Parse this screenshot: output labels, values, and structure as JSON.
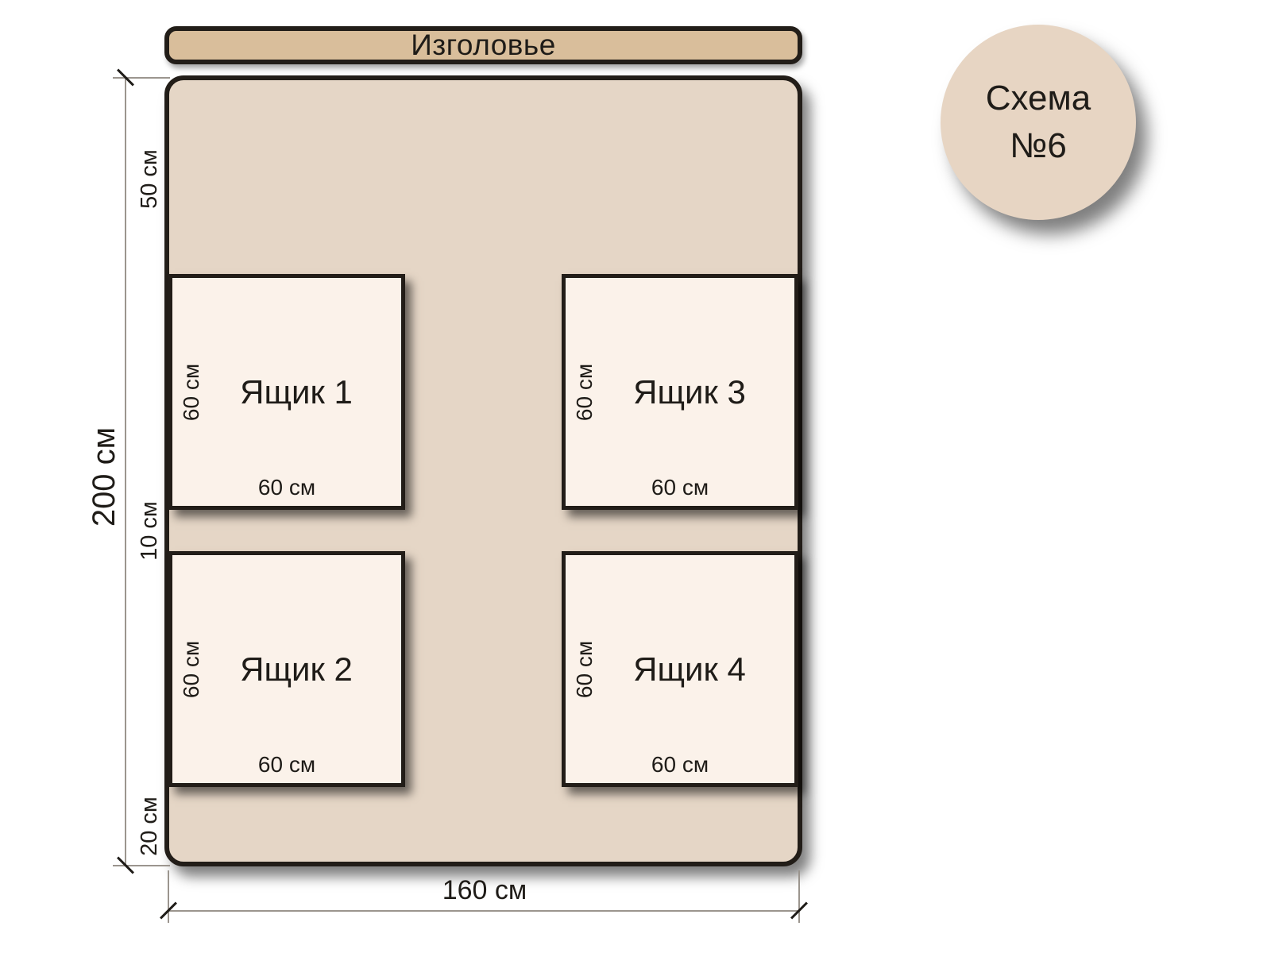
{
  "badge": {
    "line1": "Схема",
    "line2": "№6"
  },
  "headboard": {
    "label": "Изголовье"
  },
  "dimensions": {
    "bed_width": "160 см",
    "bed_length": "200 см",
    "head_offset": "50 см",
    "row_gap": "10 см",
    "foot_offset": "20 см"
  },
  "boxes": [
    {
      "name": "Ящик 1",
      "width_label": "60 см",
      "height_label": "60 см"
    },
    {
      "name": "Ящик 2",
      "width_label": "60 см",
      "height_label": "60 см"
    },
    {
      "name": "Ящик 3",
      "width_label": "60 см",
      "height_label": "60 см"
    },
    {
      "name": "Ящик 4",
      "width_label": "60 см",
      "height_label": "60 см"
    }
  ],
  "colors": {
    "headboard_fill": "#d9be9b",
    "bed_fill": "#e5d6c6",
    "box_fill": "#fbf2ea",
    "badge_fill": "#e7d5c3",
    "outline": "#221d18",
    "dim_line": "#9b958e",
    "text": "#1f1c18"
  }
}
